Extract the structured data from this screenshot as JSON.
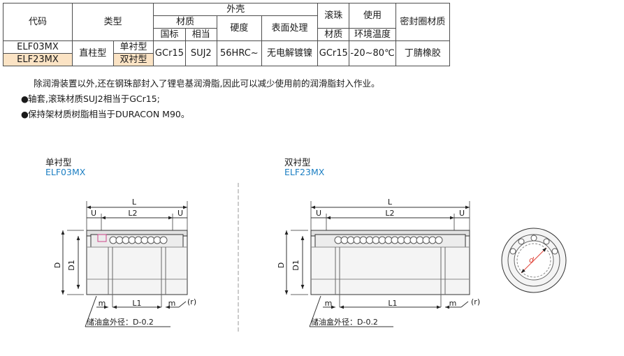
{
  "table": {
    "h_code": "代码",
    "h_type": "类型",
    "h_shell": "外壳",
    "h_material": "材质",
    "h_hardness": "硬度",
    "h_surface": "表面处理",
    "h_ball": "滚珠",
    "h_ball2": "材质",
    "h_env1": "使用",
    "h_env2": "环境温度",
    "h_seal": "密封圈材质",
    "h_std": "国标",
    "h_eq": "相当",
    "row1_code": "ELF03MX",
    "row2_code": "ELF23MX",
    "type_main": "直柱型",
    "type_single": "单衬型",
    "type_double": "双衬型",
    "v_std": "GCr15",
    "v_eq": "SUJ2",
    "v_hardness": "56HRC~",
    "v_surface": "无电解镀镍",
    "v_ball": "GCr15",
    "v_temp": "-20~80℃",
    "v_seal": "丁腈橡胶"
  },
  "notes": {
    "line1": "除润滑装置以外,还在钢珠部封入了锂皂基润滑脂,因此可以减少使用前的润滑脂封入作业。",
    "bullet": "●",
    "line2": "轴套,滚珠材质SUJ2相当于GCr15;",
    "line3": "保持架材质树脂相当于DURACON M90。"
  },
  "drawings": {
    "left_title": "单衬型",
    "left_code": "ELF03MX",
    "right_title": "双衬型",
    "right_code": "ELF23MX",
    "dim_L": "L",
    "dim_L2": "L2",
    "dim_L1": "L1",
    "dim_U": "U",
    "dim_D": "D",
    "dim_D1": "D1",
    "dim_m": "m",
    "dim_r": "(r)",
    "dim_d": "d",
    "oil_note": "储油盒外径：D-0.2"
  },
  "colors": {
    "code_blue": "#1c7fc3",
    "highlight": "#fbe3c4",
    "dim_red": "#e0453a"
  }
}
